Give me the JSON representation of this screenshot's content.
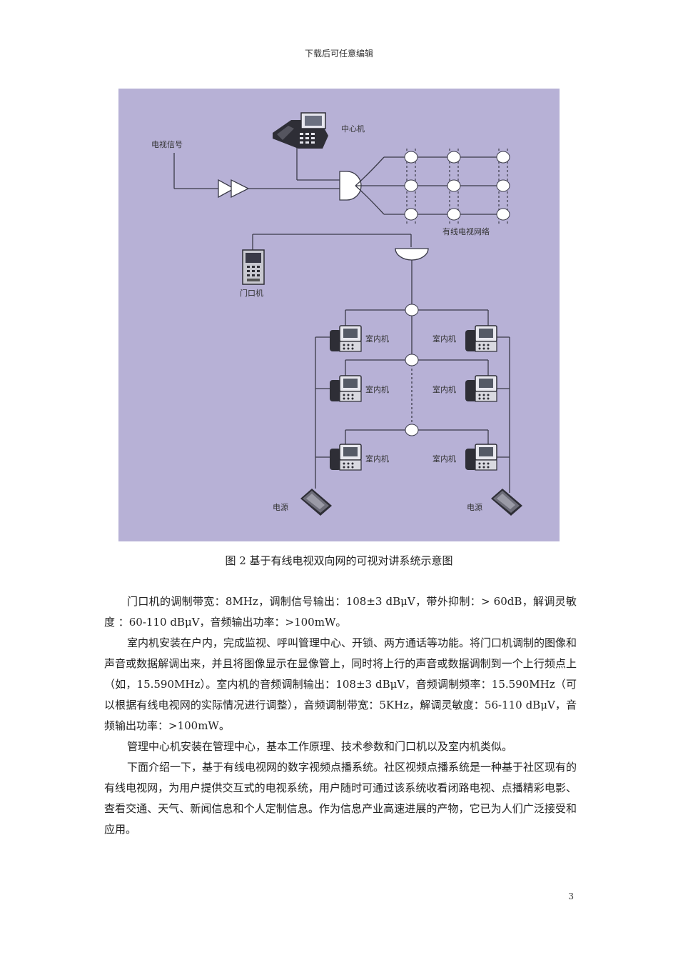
{
  "header": {
    "text": "下载后可任意编辑"
  },
  "figure": {
    "labels": {
      "center": "中心机",
      "tv_signal": "电视信号",
      "catv_network": "有线电视网络",
      "door_unit": "门口机",
      "indoor_unit": "室内机",
      "power": "电源"
    },
    "colors": {
      "background": "#b7b1d6",
      "line": "#3a3a48",
      "node": "#ffffff"
    }
  },
  "caption": {
    "text": "图 2  基于有线电视双向网的可视对讲系统示意图"
  },
  "paragraphs": [
    "门口机的调制带宽：8MHz，调制信号输出：108±3 dBμV，带外抑制：> 60dB，解调灵敏度 ：60-110 dBμV，音频输出功率：>100mW。",
    "室内机安装在户内，完成监视、呼叫管理中心、开锁、两方通话等功能。将门口机调制的图像和声音或数据解调出来，并且将图像显示在显像管上，同时将上行的声音或数据调制到一个上行频点上（如，15.590MHz）。室内机的音频调制输出：108±3 dBμV，音频调制频率：15.590MHz（可以根据有线电视网的实际情况进行调整），音频调制带宽：5KHz，解调灵敏度：56-110 dBμV，音频输出功率：>100mW。",
    "管理中心机安装在管理中心，基本工作原理、技术参数和门口机以及室内机类似。",
    "下面介绍一下，基于有线电视网的数字视频点播系统。社区视频点播系统是一种基于社区现有的有线电视网，为用户提供交互式的电视系统，用户随时可通过该系统收看闭路电视、点播精彩电影、查看交通、天气、新闻信息和个人定制信息。作为信息产业高速进展的产物，它已为人们广泛接受和应用。"
  ],
  "page_number": "3"
}
